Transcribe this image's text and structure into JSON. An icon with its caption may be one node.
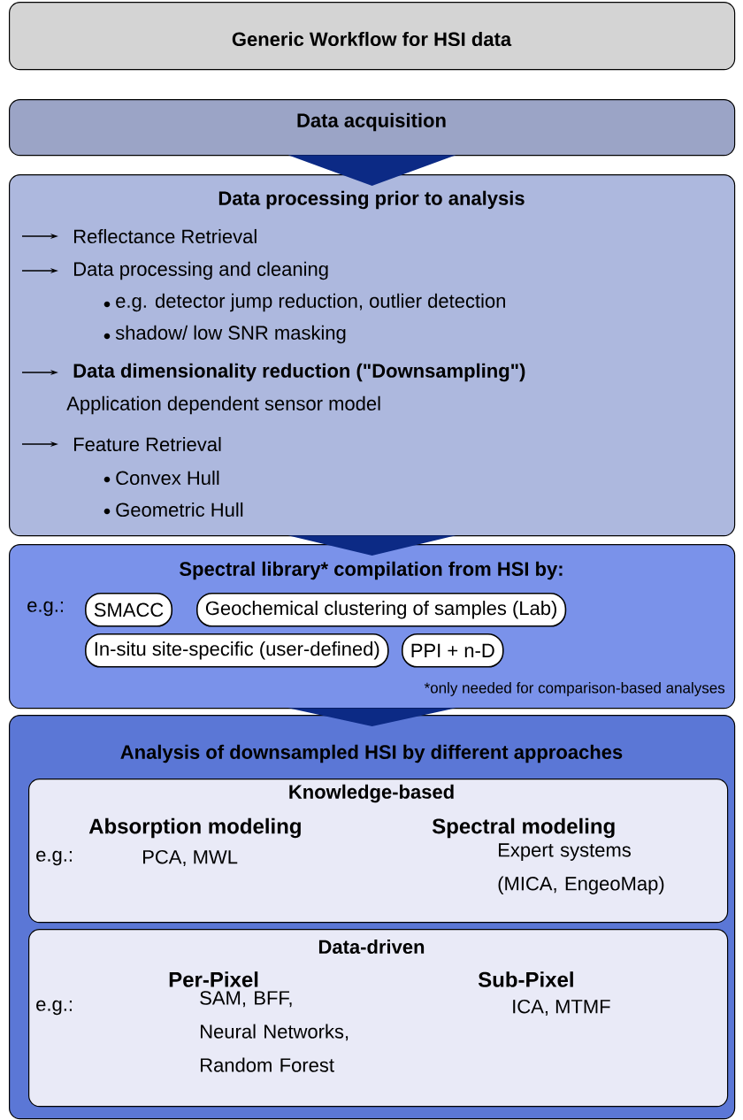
{
  "diagram": {
    "nodes": [
      {
        "text": [
          "Generic Workflow for HSI data"
        ]
      },
      {
        "text": [
          "Data acquisition"
        ]
      },
      {
        "text": [
          "Data processing prior to analysis",
          "Reflectance Retrieval",
          "Data processing and cleaning",
          "e.g. detector jump reduction, outlier detection",
          "shadow/ low SNR masking",
          "Data dimensionality reduction (\"Downsampling\")",
          "Application dependent sensor model",
          "Feature Retrieval",
          "Convex Hull",
          "Geometric Hull"
        ]
      },
      {
        "text": [
          "Spectral library* compilation from HSI by:",
          "e.g.:",
          "*only needed for comparison-based analyses"
        ]
      },
      {
        "text": [
          "SMACC"
        ],
        "in": 3
      },
      {
        "text": [
          "Geochemical clustering of samples (Lab)"
        ],
        "in": 3
      },
      {
        "text": [
          "In-situ site-specific (user-defined)"
        ],
        "in": 3
      },
      {
        "text": [
          "PPI + n-D"
        ],
        "in": 3
      },
      {
        "text": [
          "Analysis of downsampled HSI by different approaches"
        ]
      },
      {
        "text": [
          "Knowledge-based",
          "Absorption modeling",
          "Spectral modeling",
          "e.g.:",
          "PCA, MWL",
          "Expert systems (MICA, EngeoMap)"
        ],
        "in": 8
      },
      {
        "text": [
          "Data-driven",
          "Per-Pixel",
          "Sub-Pixel",
          "e.g.:",
          "SAM, BFF, Neural Networks, Random Forest",
          "ICA, MTMF"
        ],
        "in": 8
      }
    ],
    "edges": [
      {
        "from": 1,
        "to": 2,
        "arrow": "to"
      },
      {
        "from": 2,
        "to": 3,
        "arrow": "to"
      },
      {
        "from": 3,
        "to": 8,
        "arrow": "to"
      }
    ]
  }
}
